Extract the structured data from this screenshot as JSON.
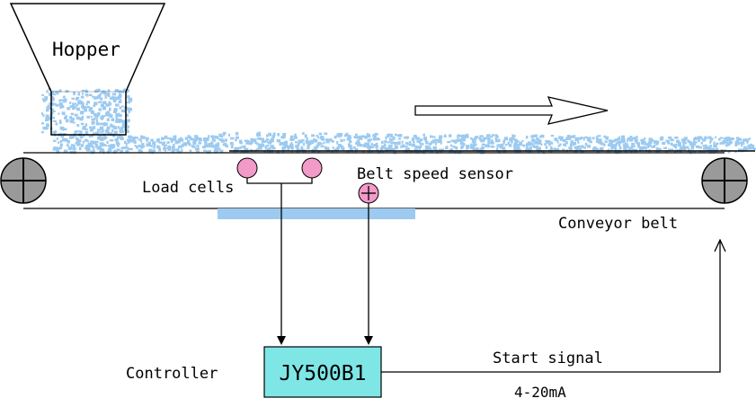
{
  "labels": {
    "hopper": "Hopper",
    "load_cells": "Load cells",
    "belt_speed_sensor": "Belt speed sensor",
    "conveyor_belt": "Conveyor belt",
    "controller": "Controller",
    "controller_model": "JY500B1",
    "start_signal": "Start signal",
    "current_range": "4-20mA"
  },
  "colors": {
    "material": "#9ccaf0",
    "controller_fill": "#7fe6e6",
    "sensor_fill": "#f29ac8",
    "pulley_fill": "#9a9a9a",
    "line": "#000000"
  }
}
